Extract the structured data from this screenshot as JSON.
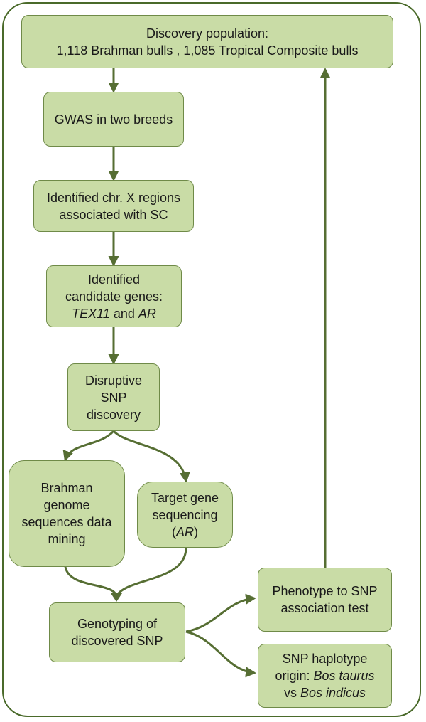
{
  "boxes": {
    "discovery": {
      "line1": "Discovery population:",
      "line2": "1,118 Brahman bulls , 1,085 Tropical Composite bulls"
    },
    "gwas": {
      "line1": "GWAS in two breeds"
    },
    "regions": {
      "line1": "Identified chr. X regions",
      "line2": "associated with SC"
    },
    "candidates": {
      "line1": "Identified",
      "line2": "candidate genes:",
      "gene1": "TEX11",
      "and": " and ",
      "gene2": "AR"
    },
    "disruptive": {
      "line1": "Disruptive",
      "line2": "SNP",
      "line3": "discovery"
    },
    "brahman": {
      "line1": "Brahman",
      "line2": "genome",
      "line3": "sequences data",
      "line4": "mining"
    },
    "target": {
      "line1": "Target gene",
      "line2": "sequencing",
      "open": "(",
      "gene": "AR",
      "close": ")"
    },
    "genotyping": {
      "line1": "Genotyping of",
      "line2": "discovered SNP"
    },
    "phenotype": {
      "line1": "Phenotype to SNP",
      "line2": "association test"
    },
    "haplotype": {
      "line1": "SNP haplotype",
      "line2a": "origin: ",
      "line2b": "Bos taurus",
      "line3a": "vs ",
      "line3b": "Bos indicus"
    }
  },
  "colors": {
    "box_fill": "#c9dca6",
    "box_border": "#6f8a48",
    "arrow": "#566e33",
    "frame": "#4a6a2a"
  }
}
